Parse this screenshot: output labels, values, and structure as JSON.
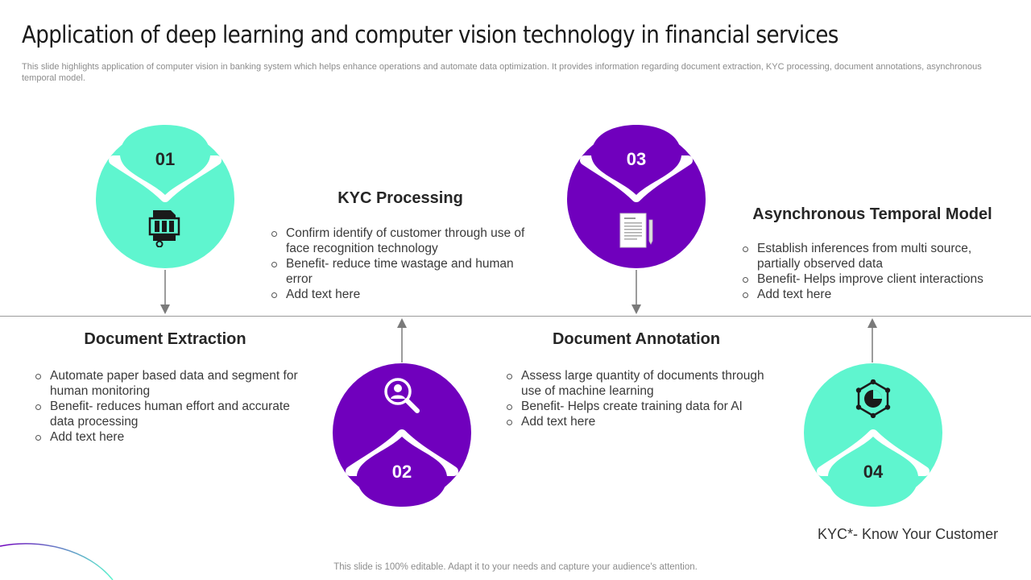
{
  "title": "Application of deep learning and computer vision technology in financial services",
  "subtitle": "This slide highlights application of computer vision in banking system which helps enhance operations and automate data optimization. It provides information regarding document extraction, KYC processing, document annotations, asynchronous temporal model.",
  "colors": {
    "teal": "#5ff5cf",
    "purple": "#7000bd",
    "dark": "#262626",
    "line": "#9a9a9a"
  },
  "steps": [
    {
      "number": "01",
      "heading": "Document Extraction",
      "icon": "document-data-icon",
      "color": "teal",
      "bullets": [
        "Automate paper based data and segment for human monitoring",
        "Benefit- reduces human effort and accurate data processing",
        "Add text here"
      ]
    },
    {
      "number": "02",
      "heading": "KYC Processing",
      "icon": "face-recognition-icon",
      "color": "purple",
      "bullets": [
        "Confirm identify of customer through use of face recognition technology",
        "Benefit- reduce time wastage and human error",
        "Add text here"
      ]
    },
    {
      "number": "03",
      "heading": "Document Annotation",
      "icon": "document-annotation-icon",
      "color": "purple",
      "bullets": [
        "Assess large quantity of documents through use of machine learning",
        "Benefit- Helps create training data for AI",
        "Add text here"
      ]
    },
    {
      "number": "04",
      "heading": "Asynchronous Temporal Model",
      "icon": "network-chart-icon",
      "color": "teal",
      "bullets": [
        "Establish inferences from multi source, partially observed data",
        "Benefit- Helps improve client interactions",
        "Add text here"
      ]
    }
  ],
  "note": "KYC*- Know Your Customer",
  "footer": "This slide is 100% editable. Adapt it to your needs and capture your audience's attention."
}
